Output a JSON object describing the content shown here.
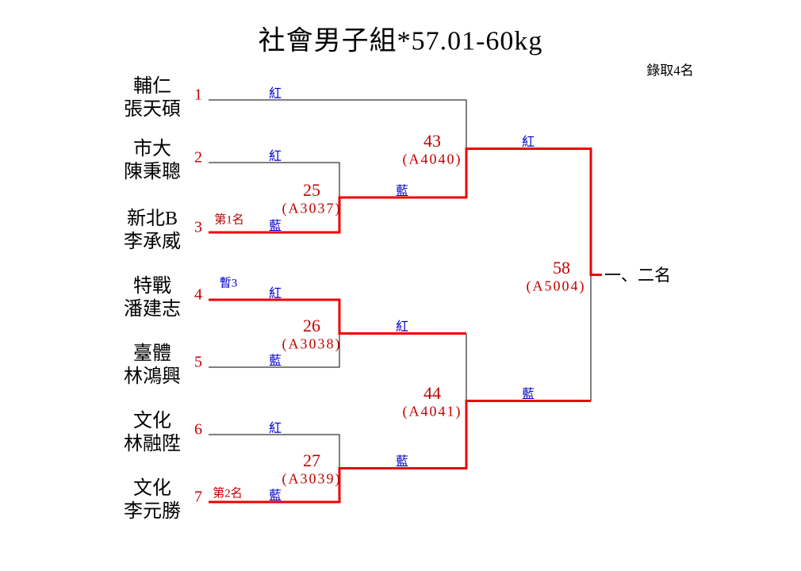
{
  "title": "社會男子組*57.01-60kg",
  "note": "錄取4名",
  "result_label": "一、二名",
  "colors": {
    "red_text": "#c00000",
    "blue_text": "#0000cc",
    "winner_line": "#ee0000",
    "line": "#000000"
  },
  "seeds": [
    {
      "seed": "1",
      "team": "輔仁",
      "player": "張天碩",
      "corner": "紅",
      "annotation": ""
    },
    {
      "seed": "2",
      "team": "市大",
      "player": "陳秉聰",
      "corner": "紅",
      "annotation": ""
    },
    {
      "seed": "3",
      "team": "新北B",
      "player": "李承威",
      "corner": "藍",
      "annotation": "第1名"
    },
    {
      "seed": "4",
      "team": "特戰",
      "player": "潘建志",
      "corner": "紅",
      "annotation": "暫3"
    },
    {
      "seed": "5",
      "team": "臺體",
      "player": "林鴻興",
      "corner": "藍",
      "annotation": ""
    },
    {
      "seed": "6",
      "team": "文化",
      "player": "林融陞",
      "corner": "紅",
      "annotation": ""
    },
    {
      "seed": "7",
      "team": "文化",
      "player": "李元勝",
      "corner": "藍",
      "annotation": "第2名"
    }
  ],
  "matches": [
    {
      "number": "25",
      "code": "(A3037)",
      "out_corner": "藍"
    },
    {
      "number": "26",
      "code": "(A3038)",
      "out_corner": "紅"
    },
    {
      "number": "27",
      "code": "(A3039)",
      "out_corner": "藍"
    },
    {
      "number": "43",
      "code": "(A4040)",
      "out_corner": "紅"
    },
    {
      "number": "44",
      "code": "(A4041)",
      "out_corner": "藍"
    },
    {
      "number": "58",
      "code": "(A5004)",
      "out_corner": ""
    }
  ]
}
